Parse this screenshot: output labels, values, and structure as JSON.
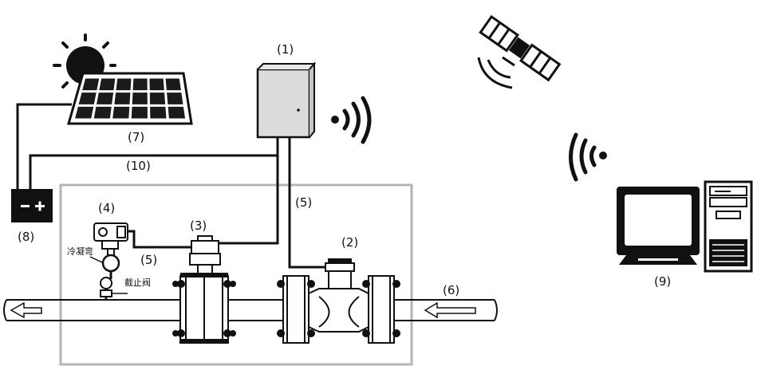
{
  "labels": {
    "l1": "(1)",
    "l2": "(2)",
    "l3": "(3)",
    "l4": "(4)",
    "l5a": "(5)",
    "l5b": "(5)",
    "l6": "(6)",
    "l7": "(7)",
    "l8": "(8)",
    "l9": "(9)",
    "l10": "(10)"
  },
  "annotations": {
    "condenser": "冷凝弯",
    "shutoff_valve": "截止阀"
  },
  "battery": {
    "minus": "−",
    "plus": "+"
  },
  "colors": {
    "line": "#111111",
    "frame": "#b5b5b5",
    "box_fill": "#dcdcdc",
    "panel_cell": "#1b1b1b"
  }
}
